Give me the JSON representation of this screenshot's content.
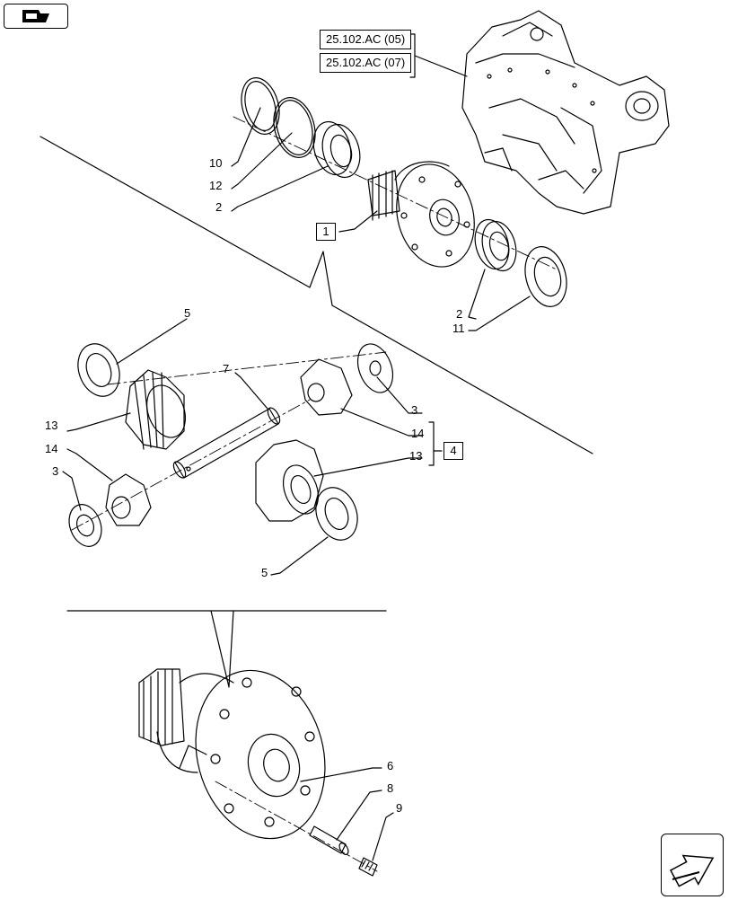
{
  "references": [
    "25.102.AC (05)",
    "25.102.AC (07)"
  ],
  "callouts": {
    "c10": "10",
    "c12": "12",
    "c2a": "2",
    "c1": "1",
    "c2b": "2",
    "c11": "11",
    "c5a": "5",
    "c7": "7",
    "c3a": "3",
    "c14a": "14",
    "c13a": "13",
    "c4": "4",
    "c13b": "13",
    "c14b": "14",
    "c3b": "3",
    "c5b": "5",
    "c6": "6",
    "c8": "8",
    "c9": "9"
  },
  "icons": {
    "top_left": "book-navigation-icon",
    "bottom_right": "next-page-arrow-icon"
  }
}
